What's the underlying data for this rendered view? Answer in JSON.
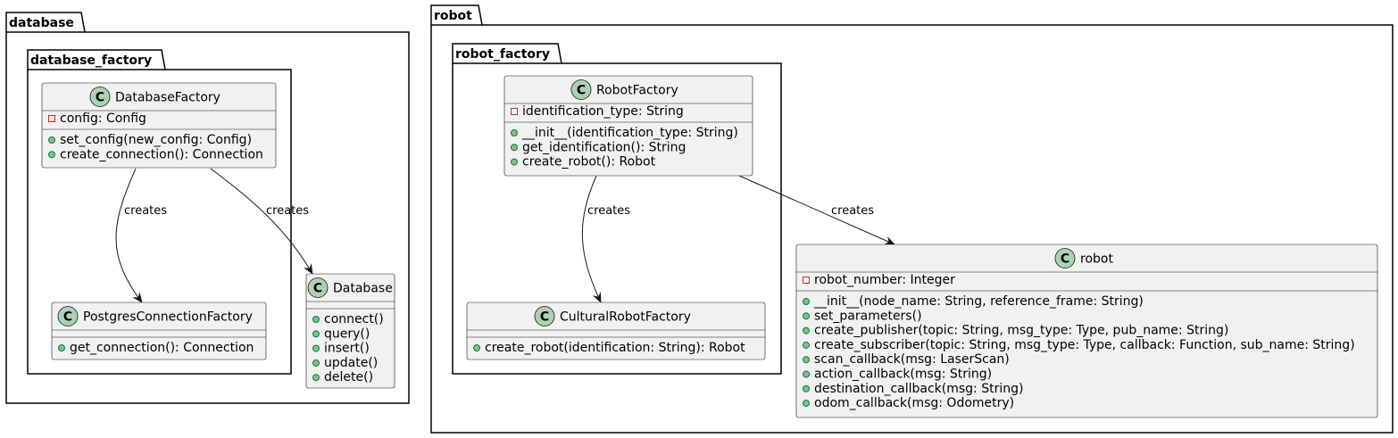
{
  "packages": {
    "database": {
      "name": "database"
    },
    "database_factory": {
      "name": "database_factory"
    },
    "robot": {
      "name": "robot"
    },
    "robot_factory": {
      "name": "robot_factory"
    }
  },
  "classes": {
    "database_factory_class": {
      "name": "DatabaseFactory",
      "attributes": [
        {
          "visibility": "private",
          "text": "config: Config"
        }
      ],
      "methods": [
        {
          "visibility": "public",
          "text": "set_config(new_config: Config)"
        },
        {
          "visibility": "public",
          "text": "create_connection(): Connection"
        }
      ]
    },
    "postgres_connection_factory": {
      "name": "PostgresConnectionFactory",
      "attributes": [],
      "methods": [
        {
          "visibility": "public",
          "text": "get_connection(): Connection"
        }
      ]
    },
    "database_class": {
      "name": "Database",
      "attributes": [],
      "methods": [
        {
          "visibility": "public",
          "text": "connect()"
        },
        {
          "visibility": "public",
          "text": "query()"
        },
        {
          "visibility": "public",
          "text": "insert()"
        },
        {
          "visibility": "public",
          "text": "update()"
        },
        {
          "visibility": "public",
          "text": "delete()"
        }
      ]
    },
    "robot_factory_class": {
      "name": "RobotFactory",
      "attributes": [
        {
          "visibility": "private",
          "text": "identification_type: String"
        }
      ],
      "methods": [
        {
          "visibility": "public",
          "text": "__init__(identification_type: String)"
        },
        {
          "visibility": "public",
          "text": "get_identification(): String"
        },
        {
          "visibility": "public",
          "text": "create_robot(): Robot"
        }
      ]
    },
    "cultural_robot_factory": {
      "name": "CulturalRobotFactory",
      "attributes": [],
      "methods": [
        {
          "visibility": "public",
          "text": "create_robot(identification: String): Robot"
        }
      ]
    },
    "robot_class": {
      "name": "robot",
      "attributes": [
        {
          "visibility": "private",
          "text": "robot_number: Integer"
        }
      ],
      "methods": [
        {
          "visibility": "public",
          "text": "__init__(node_name: String, reference_frame: String)"
        },
        {
          "visibility": "public",
          "text": "set_parameters()"
        },
        {
          "visibility": "public",
          "text": "create_publisher(topic: String, msg_type: Type, pub_name: String)"
        },
        {
          "visibility": "public",
          "text": "create_subscriber(topic: String, msg_type: Type, callback: Function, sub_name: String)"
        },
        {
          "visibility": "public",
          "text": "scan_callback(msg: LaserScan)"
        },
        {
          "visibility": "public",
          "text": "action_callback(msg: String)"
        },
        {
          "visibility": "public",
          "text": "destination_callback(msg: String)"
        },
        {
          "visibility": "public",
          "text": "odom_callback(msg: Odometry)"
        }
      ]
    }
  },
  "relations": [
    {
      "from": "DatabaseFactory",
      "to": "PostgresConnectionFactory",
      "label": "creates"
    },
    {
      "from": "DatabaseFactory",
      "to": "Database",
      "label": "creates"
    },
    {
      "from": "RobotFactory",
      "to": "CulturalRobotFactory",
      "label": "creates"
    },
    {
      "from": "RobotFactory",
      "to": "robot",
      "label": "creates"
    }
  ],
  "class_icon_letter": "C",
  "colors": {
    "class_fill": "#f1f1f1",
    "class_border": "#181818",
    "icon_fill": "#add1b2",
    "private_marker": "#c82930",
    "public_marker_fill": "#84be84",
    "public_marker_stroke": "#038048"
  }
}
